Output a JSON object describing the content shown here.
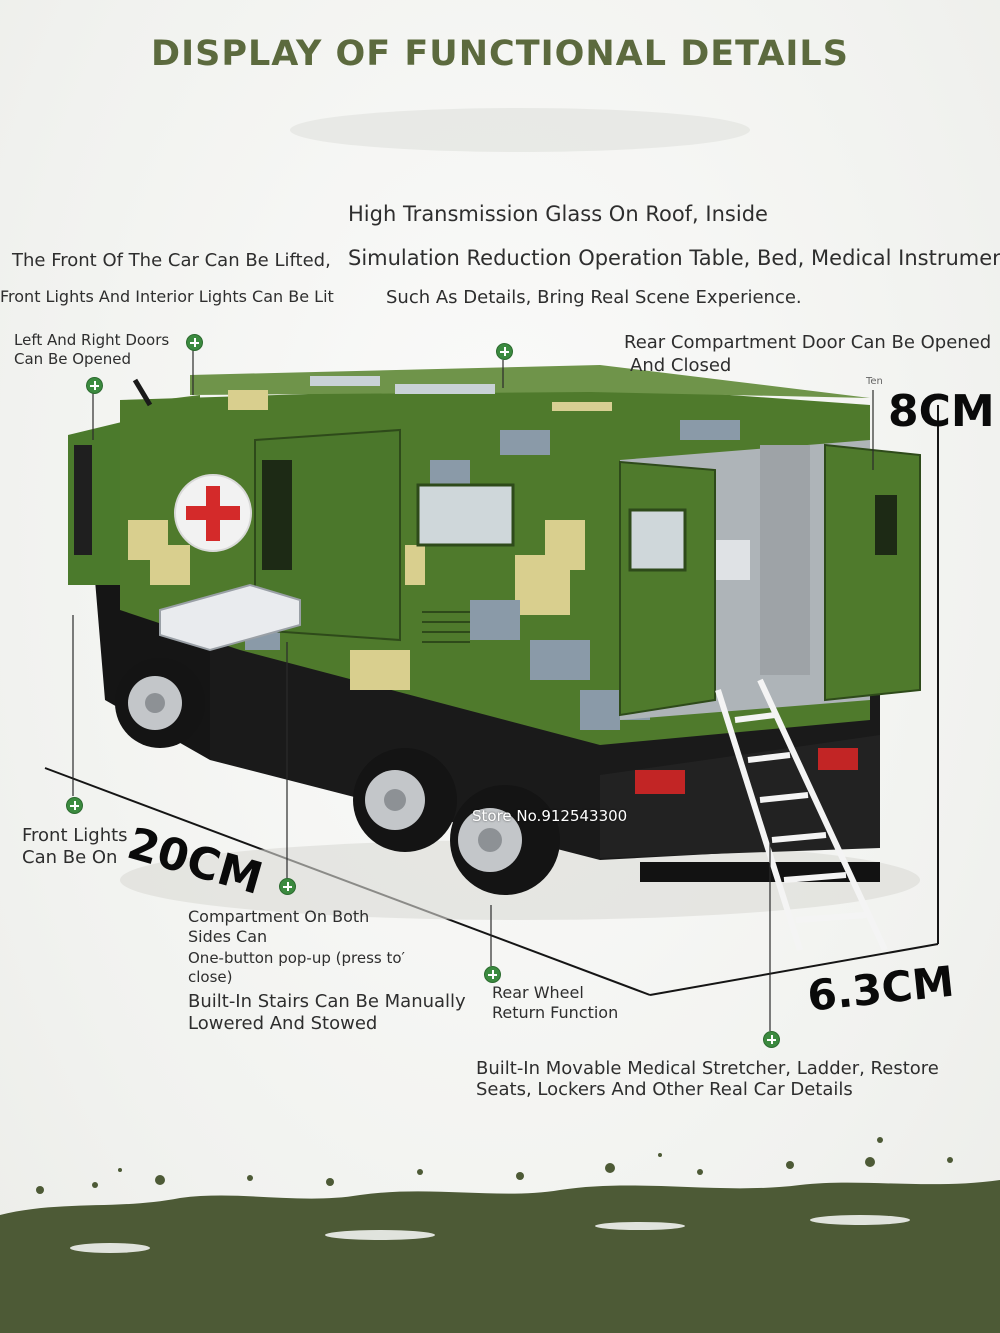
{
  "title": "DISPLAY OF FUNCTIONAL DETAILS",
  "captions": {
    "roof_line1": "High Transmission Glass On Roof, Inside",
    "roof_line2": "Simulation Reduction Operation Table, Bed, Medical Instrument",
    "roof_line3": "Such As Details, Bring Real Scene Experience.",
    "front_line1": "The Front Of The Car Can Be Lifted,",
    "front_line2": "Front Lights And Interior Lights Can Be Lit",
    "doors_line1": "Left And Right Doors",
    "doors_line2": "Can Be Opened",
    "rear_door_line1": "Rear Compartment Door Can Be Opened",
    "rear_door_line2": "And Closed",
    "front_lights_line1": "Front Lights",
    "front_lights_line2": "Can Be On",
    "compartment_line1": "Compartment On Both",
    "compartment_line2": "Sides Can",
    "compartment_line3": "One-button pop-up (press to′",
    "compartment_line4": "close)",
    "stairs_line1": "Built-In Stairs Can Be Manually",
    "stairs_line2": "Lowered And Stowed",
    "rear_wheel_line1": "Rear Wheel",
    "rear_wheel_line2": "Return Function",
    "stretcher_line1": "Built-In Movable Medical Stretcher, Ladder, Restore",
    "stretcher_line2": "Seats, Lockers And Other Real Car Details",
    "small_tag": "Ten"
  },
  "dimensions": {
    "length": "20CM",
    "height": "8CM",
    "width": "6.3CM"
  },
  "watermark": "Store No.912543300",
  "colors": {
    "title": "#5c6a3e",
    "hotspot": "#3b8a3f",
    "camo_green": "#4f7a2c",
    "camo_tan": "#d9cf8e",
    "camo_grey": "#8a9aa8",
    "ground_dark": "#4d5a36"
  },
  "icons": [
    "hotspot-plus-icon",
    "red-cross-emblem"
  ]
}
